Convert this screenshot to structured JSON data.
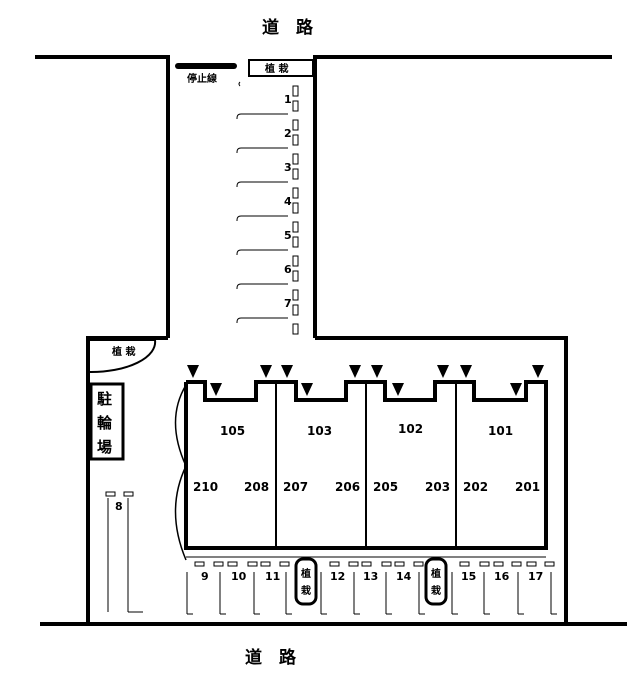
{
  "roads": {
    "top_label": "道　路",
    "bottom_label": "道　路"
  },
  "stop_line_label": "停止線",
  "planting_label": "植 栽",
  "planting_vertical": [
    "植",
    "栽"
  ],
  "bicycle_parking": [
    "駐",
    "輪",
    "場"
  ],
  "parking_spaces": [
    "1",
    "2",
    "3",
    "4",
    "5",
    "6",
    "7",
    "8",
    "9",
    "10",
    "11",
    "12",
    "13",
    "14",
    "15",
    "16",
    "17"
  ],
  "building": {
    "units_top": [
      "105",
      "103",
      "102",
      "101"
    ],
    "units_bottom": [
      "210",
      "208",
      "207",
      "206",
      "205",
      "203",
      "202",
      "201"
    ]
  },
  "colors": {
    "line": "#000000",
    "background": "#ffffff"
  }
}
